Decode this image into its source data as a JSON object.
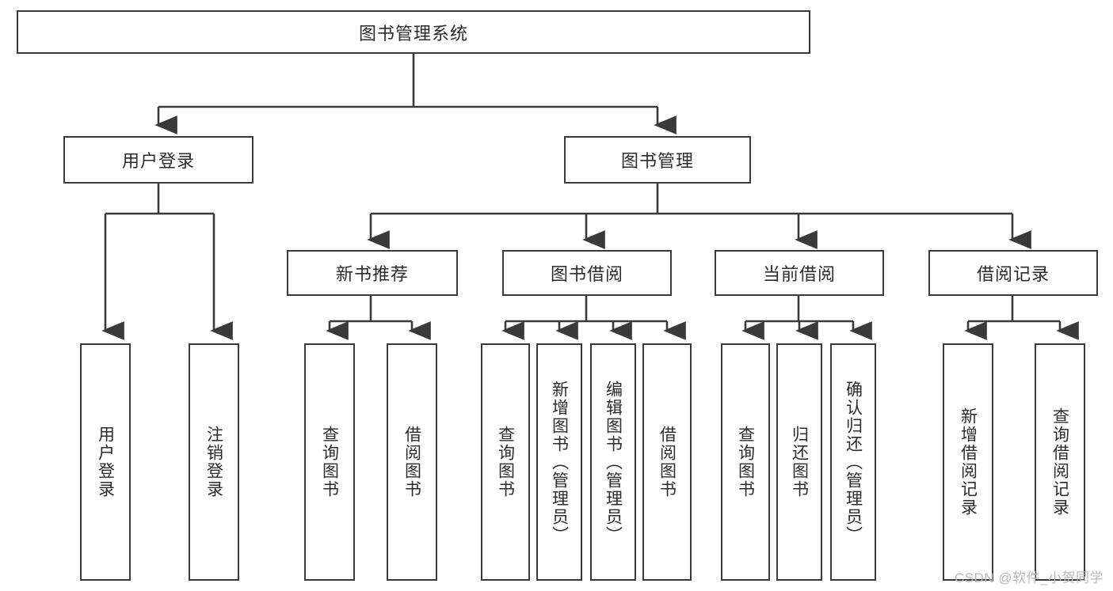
{
  "diagram": {
    "title": "图书管理系统",
    "type": "tree-hierarchy-diagram",
    "root": {
      "label": "图书管理系统"
    },
    "level2": [
      {
        "label": "用户登录"
      },
      {
        "label": "图书管理"
      }
    ],
    "level3": [
      {
        "label": "新书推荐",
        "parent": "图书管理"
      },
      {
        "label": "图书借阅",
        "parent": "图书管理"
      },
      {
        "label": "当前借阅",
        "parent": "图书管理"
      },
      {
        "label": "借阅记录",
        "parent": "图书管理"
      }
    ],
    "leaves": {
      "user_login": [
        {
          "label": "用户登录"
        },
        {
          "label": "注销登录"
        }
      ],
      "new_book_recommend": [
        {
          "label": "查询图书"
        },
        {
          "label": "借阅图书"
        }
      ],
      "book_borrow": [
        {
          "label": "查询图书"
        },
        {
          "label": "新增图书（管理员）"
        },
        {
          "label": "编辑图书（管理员）"
        },
        {
          "label": "借阅图书"
        }
      ],
      "current_borrow": [
        {
          "label": "查询图书"
        },
        {
          "label": "归还图书"
        },
        {
          "label": "确认归还（管理员）"
        }
      ],
      "borrow_records": [
        {
          "label": "新增借阅记录"
        },
        {
          "label": "查询借阅记录"
        }
      ]
    }
  },
  "watermark": {
    "text": "CSDN @软件_小贺同学"
  },
  "colors": {
    "border": "#3a3a3a",
    "text": "#2b2b2b",
    "background": "#ffffff",
    "watermark": "#b9b9b9"
  }
}
